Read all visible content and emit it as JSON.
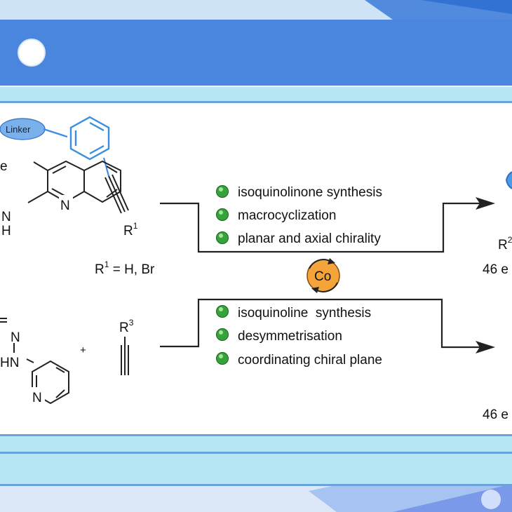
{
  "scheme": {
    "linker_label": "Linker",
    "catalyst": "Co",
    "upper": {
      "r_label": "R",
      "r_sup": "1",
      "substituent": "R",
      "substituent_sup": "1",
      "substituent_rest": " = H, Br",
      "features": [
        "isoquinolinone synthesis",
        "macrocyclization",
        "planar and axial chirality"
      ],
      "yield_text": "46 e",
      "partial_r": "R",
      "partial_sup": "2"
    },
    "lower": {
      "plus": "+",
      "alkyne_r": "R",
      "alkyne_sup": "3",
      "features": [
        "isoquinoline  synthesis",
        "desymmetrisation",
        "coordinating chiral plane"
      ],
      "yield_text": "46 e"
    },
    "atoms": {
      "n_quinoline": "N",
      "nh_partial": "H",
      "n_partial": "N",
      "e_partial": "e",
      "hydrazone_n": "N",
      "hydrazone_hn": "HN",
      "pyridine_n": "N"
    }
  },
  "colors": {
    "header": "#4a86dd",
    "linker": "#6fa8e8",
    "bond_blue": "#3a8fe0",
    "bullet_green": "#2f9a2f",
    "catalyst": "#f3a23a"
  }
}
